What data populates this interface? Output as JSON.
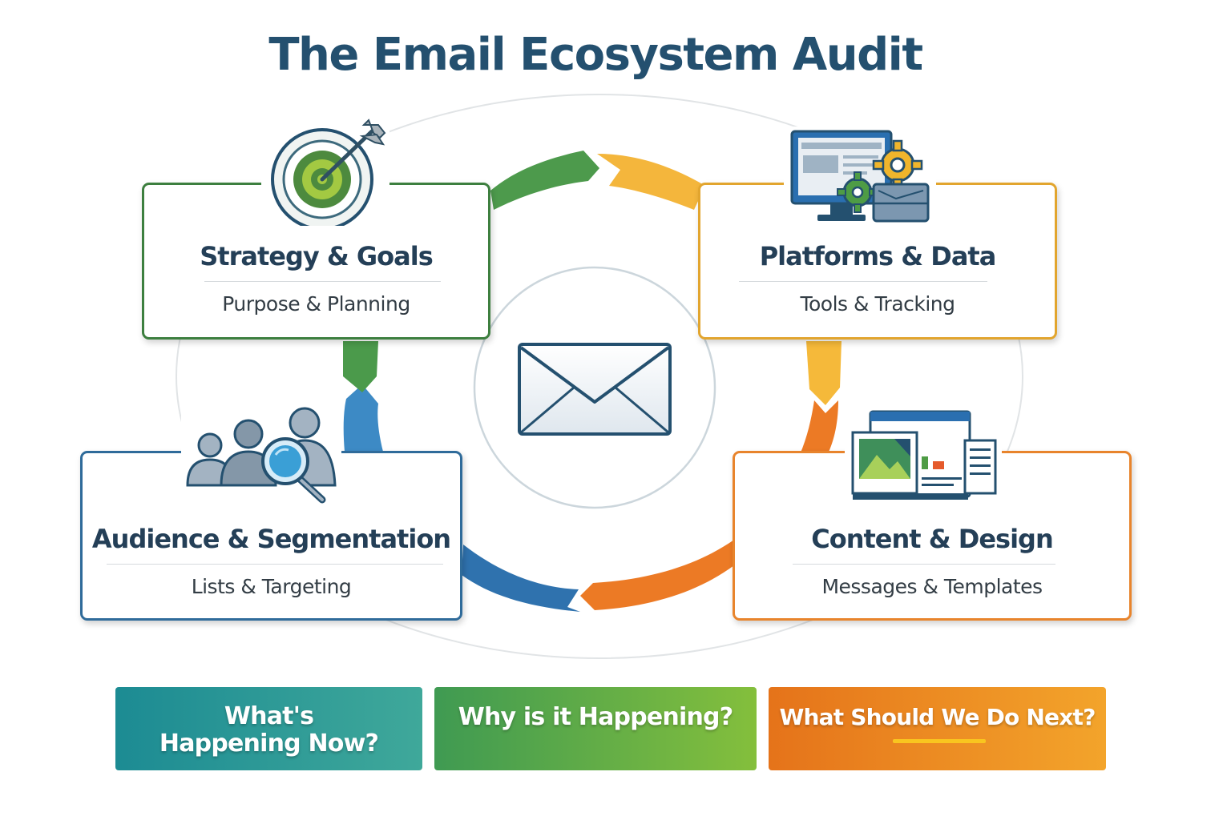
{
  "title": "The Email Ecosystem Audit",
  "cards": [
    {
      "id": "strategy",
      "title": "Strategy & Goals",
      "subtitle": "Purpose & Planning",
      "color": "#3d7f3f",
      "icon": "target-icon"
    },
    {
      "id": "platforms",
      "title": "Platforms & Data",
      "subtitle": "Tools & Tracking",
      "color": "#e2a52e",
      "icon": "computer-gears-icon"
    },
    {
      "id": "audience",
      "title": "Audience & Segmentation",
      "subtitle": "Lists & Targeting",
      "color": "#2f6b9a",
      "icon": "people-search-icon"
    },
    {
      "id": "content",
      "title": "Content & Design",
      "subtitle": "Messages & Templates",
      "color": "#e8842c",
      "icon": "templates-icon"
    }
  ],
  "center_icon": "envelope-icon",
  "questions": [
    {
      "label": "What's Happening Now?",
      "color_start": "#1c8b93",
      "color_end": "#3fa89a"
    },
    {
      "label": "Why is it Happening?",
      "color_start": "#3f9a52",
      "color_end": "#84bf3c"
    },
    {
      "label": "What Should We Do Next?",
      "color_start": "#e5731a",
      "color_end": "#f3a42b"
    }
  ]
}
